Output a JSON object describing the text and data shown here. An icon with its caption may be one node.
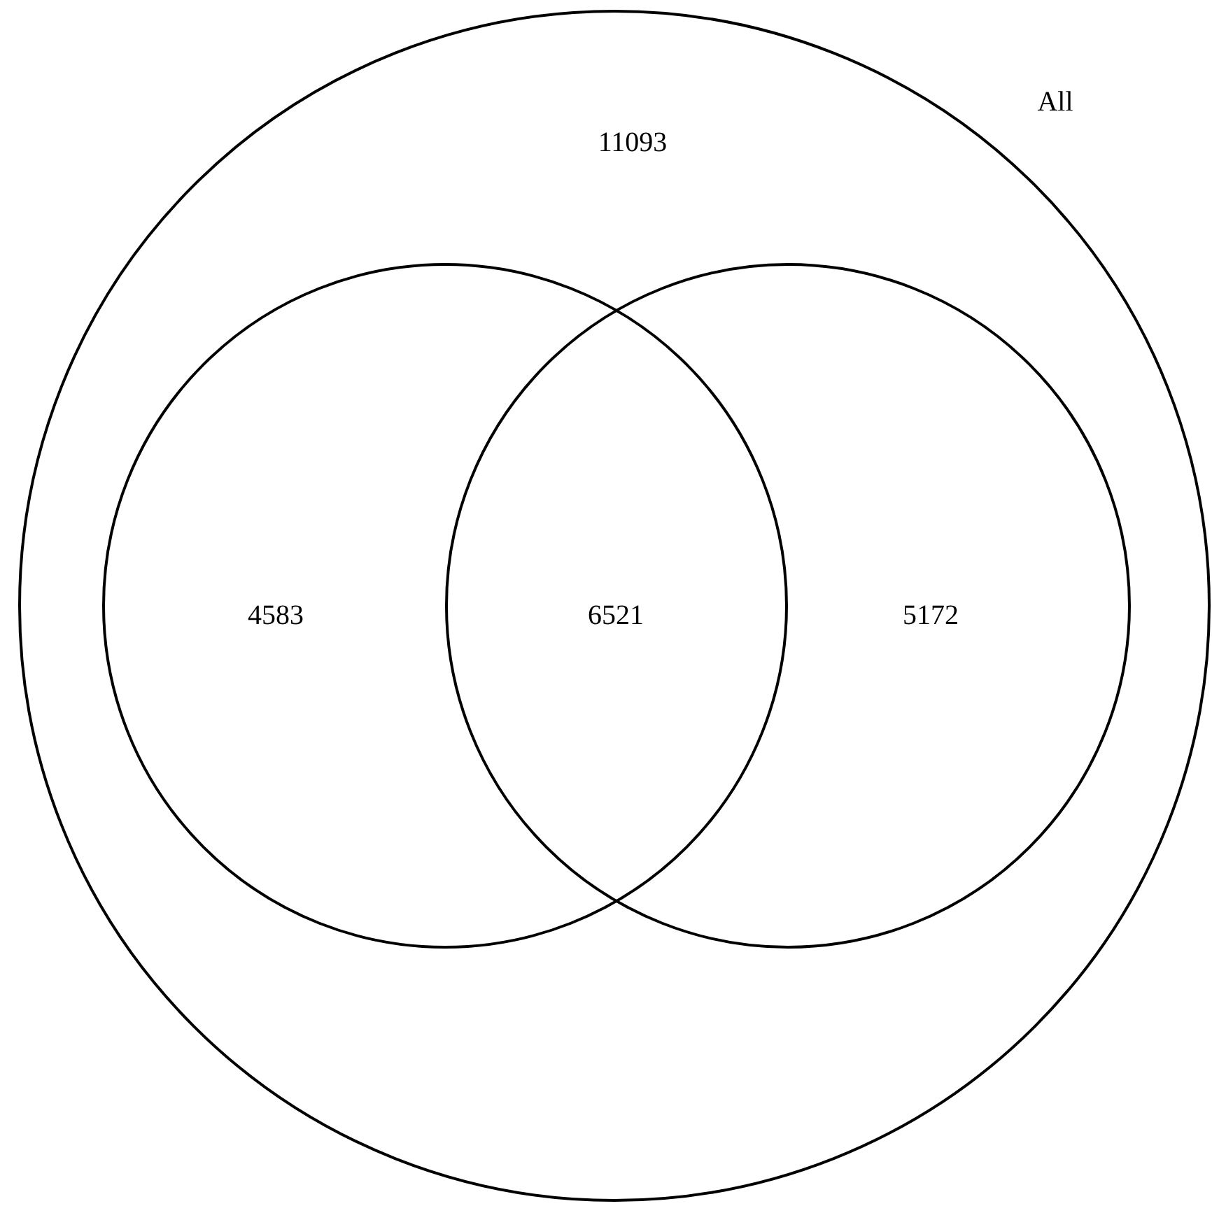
{
  "diagram": {
    "nodes": [
      {
        "text": [
          "All",
          "11093"
        ]
      },
      {
        "text": [
          "4583"
        ],
        "in": 0
      },
      {
        "text": [
          "5172"
        ],
        "in": 0
      }
    ],
    "labels": [
      "6521"
    ]
  }
}
